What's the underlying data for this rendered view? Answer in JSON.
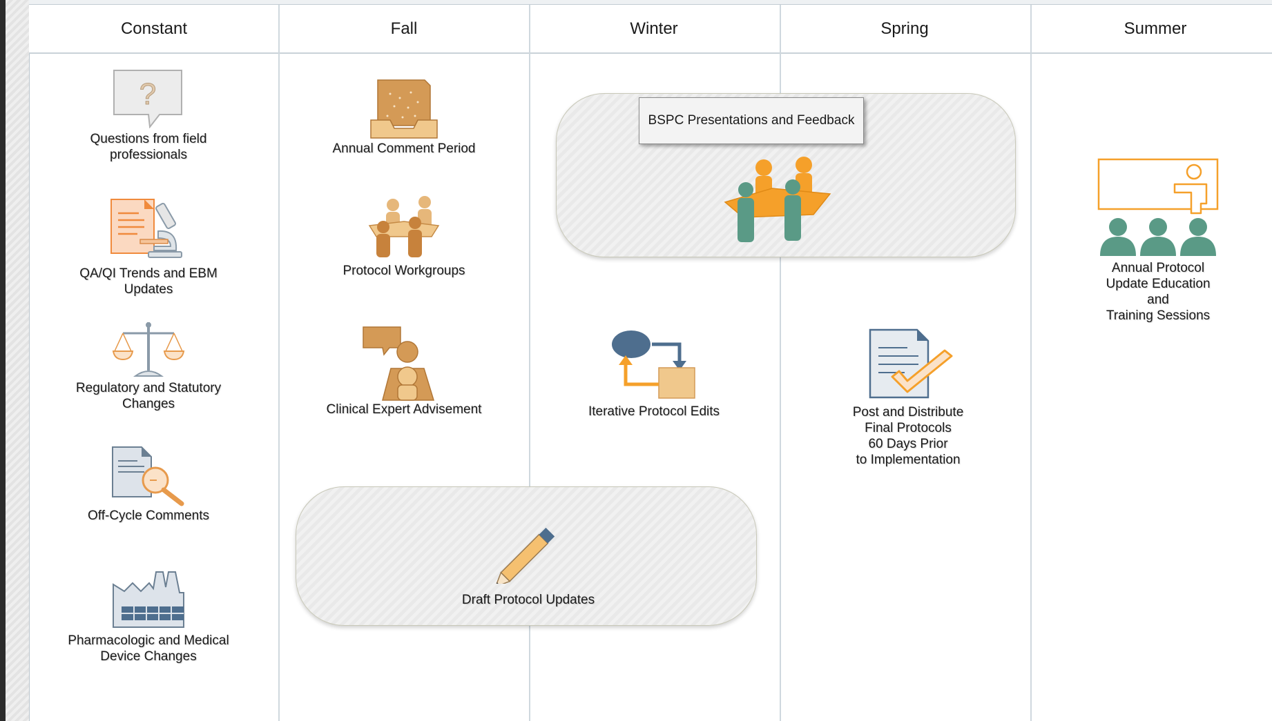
{
  "columns": [
    "Constant",
    "Fall",
    "Winter",
    "Spring",
    "Summer"
  ],
  "items": {
    "questions": "Questions from field\nprofessionals",
    "qaqi": "QA/QI Trends and EBM\nUpdates",
    "regulatory": "Regulatory and Statutory\nChanges",
    "offcycle": "Off-Cycle Comments",
    "pharma": "Pharmacologic and Medical\nDevice Changes",
    "annual_comment": "Annual Comment Period",
    "workgroups": "Protocol Workgroups",
    "clinical": "Clinical Expert Advisement",
    "draft": "Draft Protocol Updates",
    "bspc": "BSPC Presentations and Feedback",
    "iterative": "Iterative Protocol Edits",
    "post": "Post and Distribute\nFinal Protocols\n60 Days Prior\nto Implementation",
    "training": "Annual Protocol\nUpdate Education\nand\nTraining Sessions"
  },
  "icons": {
    "questions": "speech-bubble-question-icon",
    "qaqi": "document-microscope-icon",
    "regulatory": "balance-scale-icon",
    "offcycle": "document-magnifier-icon",
    "pharma": "factory-icon",
    "annual_comment": "inbox-document-icon",
    "workgroups": "meeting-group-icon",
    "clinical": "expert-speaking-icon",
    "draft": "pencil-icon",
    "bspc": "presentation-group-icon",
    "iterative": "edit-cycle-icon",
    "post": "document-check-icon",
    "training": "classroom-training-icon"
  },
  "colors": {
    "orange": "#f5a02a",
    "tan": "#d9a25c",
    "slate": "#4e6e8e",
    "teal": "#5a9a86"
  }
}
